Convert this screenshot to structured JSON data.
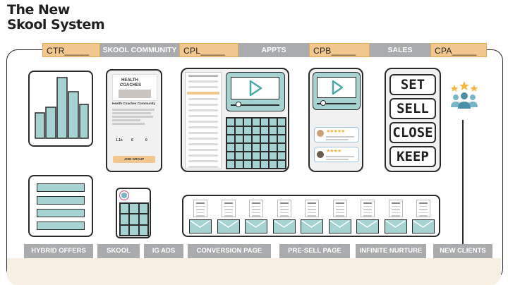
{
  "title": {
    "line1": "The New",
    "line2": "Skool System"
  },
  "top_tags": [
    {
      "text": "CTR_____"
    },
    {
      "text": "SKOOL COMMUNITY"
    },
    {
      "text": "CPL_____"
    },
    {
      "text": "APPTS"
    },
    {
      "text": "CPB_____"
    },
    {
      "text": "SALES"
    },
    {
      "text": "CPA_____"
    }
  ],
  "community_card": {
    "banner_line1": "HEALTH",
    "banner_line2": "COACHES",
    "name": "Health Coaches Community",
    "stats": [
      "1.1k",
      "6",
      "0"
    ],
    "button": "JOIN GROUP"
  },
  "sales_steps": [
    "SET",
    "SELL",
    "CLOSE",
    "KEEP"
  ],
  "bottom_labels": [
    {
      "text": "HYBRID OFFERS"
    },
    {
      "text": "SKOOL"
    },
    {
      "text": "IG ADS"
    },
    {
      "text": "CONVERSION PAGE"
    },
    {
      "text": "PRE-SELL PAGE"
    },
    {
      "text": "INFINITE NURTURE"
    },
    {
      "text": "NEW CLIENTS"
    }
  ],
  "colors": {
    "orange": "#f2c78f",
    "gray": "#a9abad",
    "teal": "#a6d3d2",
    "cream": "#f7eee4",
    "star": "#f4b63e"
  },
  "icons": {
    "clients": "group-with-stars-icon",
    "video": "play-icon"
  }
}
